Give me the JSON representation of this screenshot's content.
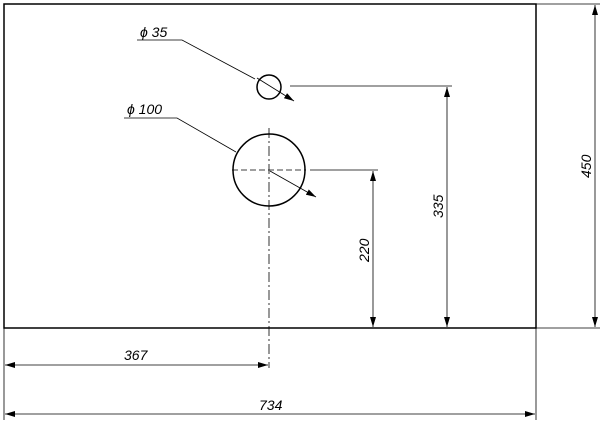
{
  "drawing": {
    "hole_small_label": "ϕ 35",
    "hole_large_label": "ϕ 100",
    "dim_width_total": "734",
    "dim_center_x": "367",
    "dim_height_total": "450",
    "dim_small_hole_y": "335",
    "dim_large_hole_y": "220"
  },
  "colors": {
    "line": "#000000",
    "background": "#ffffff"
  }
}
